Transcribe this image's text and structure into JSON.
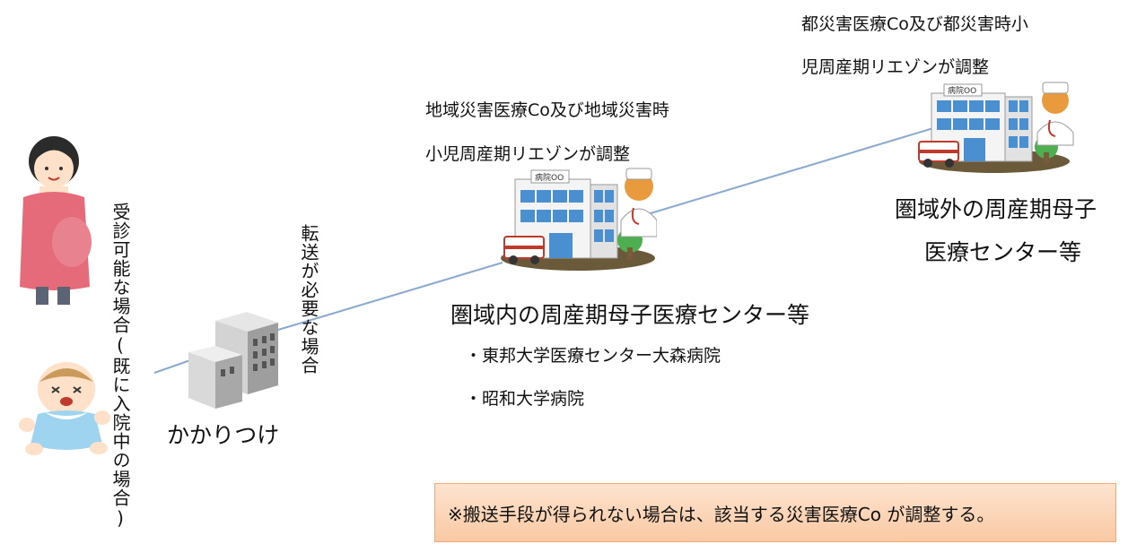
{
  "patients": {
    "path_label": "受診可能な場合(既に入院中の場合)"
  },
  "clinic": {
    "name": "かかりつけ",
    "transfer_label": "転送が必要な場合"
  },
  "regional_center": {
    "coordinator": {
      "line1": "地域災害医療Co及び地域災害時",
      "line2": "小児周産期リエゾンが調整"
    },
    "title": "圏域内の周産期母子医療センター等",
    "hospitals": [
      "・東邦大学医療センター大森病院",
      "・昭和大学病院"
    ],
    "sign_text": "病院OO"
  },
  "outside_center": {
    "coordinator": {
      "line1": "都災害医療Co及び都災害時小",
      "line2": "児周産期リエゾンが調整"
    },
    "title_line1": "圏域外の周産期母子",
    "title_line2": "医療センター等",
    "sign_text": "病院OO"
  },
  "note": "※搬送手段が得られない場合は、該当する災害医療Co が調整する。",
  "colors": {
    "line": "#8aa9cf",
    "note_bg": "#fcd5b5",
    "note_border": "#f1a97a",
    "building_blue": "#4a8fd0",
    "ground": "#6b5a3a"
  }
}
